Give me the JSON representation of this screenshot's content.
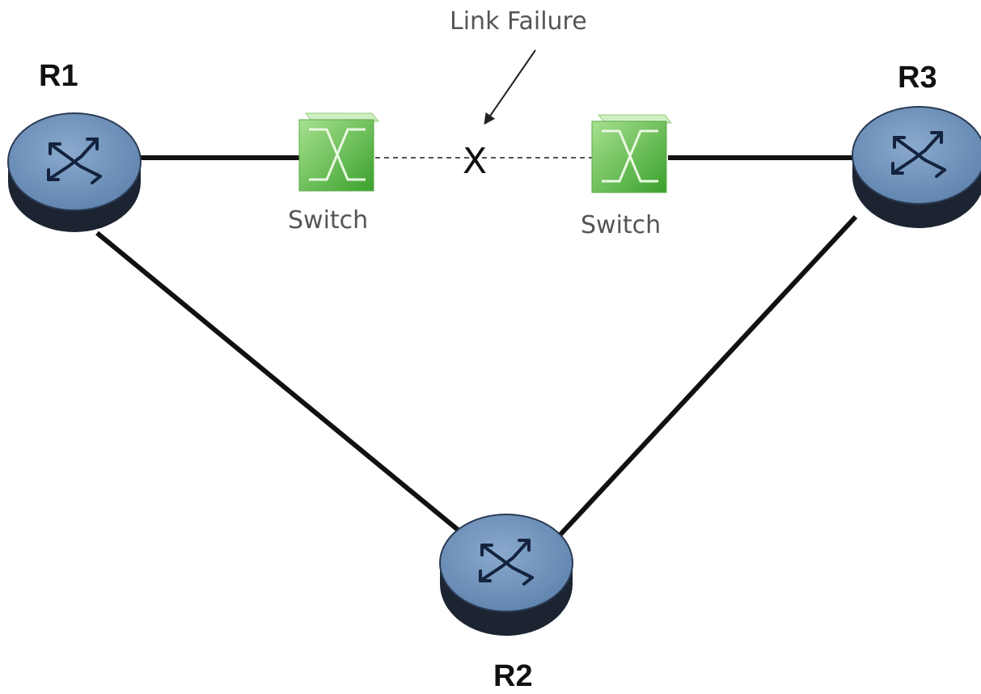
{
  "diagram": {
    "routers": {
      "r1": {
        "label": "R1"
      },
      "r2": {
        "label": "R2"
      },
      "r3": {
        "label": "R3"
      }
    },
    "switches": {
      "left": {
        "label": "Switch"
      },
      "right": {
        "label": "Switch"
      }
    },
    "annotation": {
      "label": "Link Failure"
    },
    "failure_mark": "X",
    "colors": {
      "router_fill": "#6f93bd",
      "router_base": "#1c2432",
      "router_arrows": "#14233f",
      "switch_fill": "#5fbf4a",
      "link": "#111111",
      "failed_link": "#555555"
    }
  }
}
